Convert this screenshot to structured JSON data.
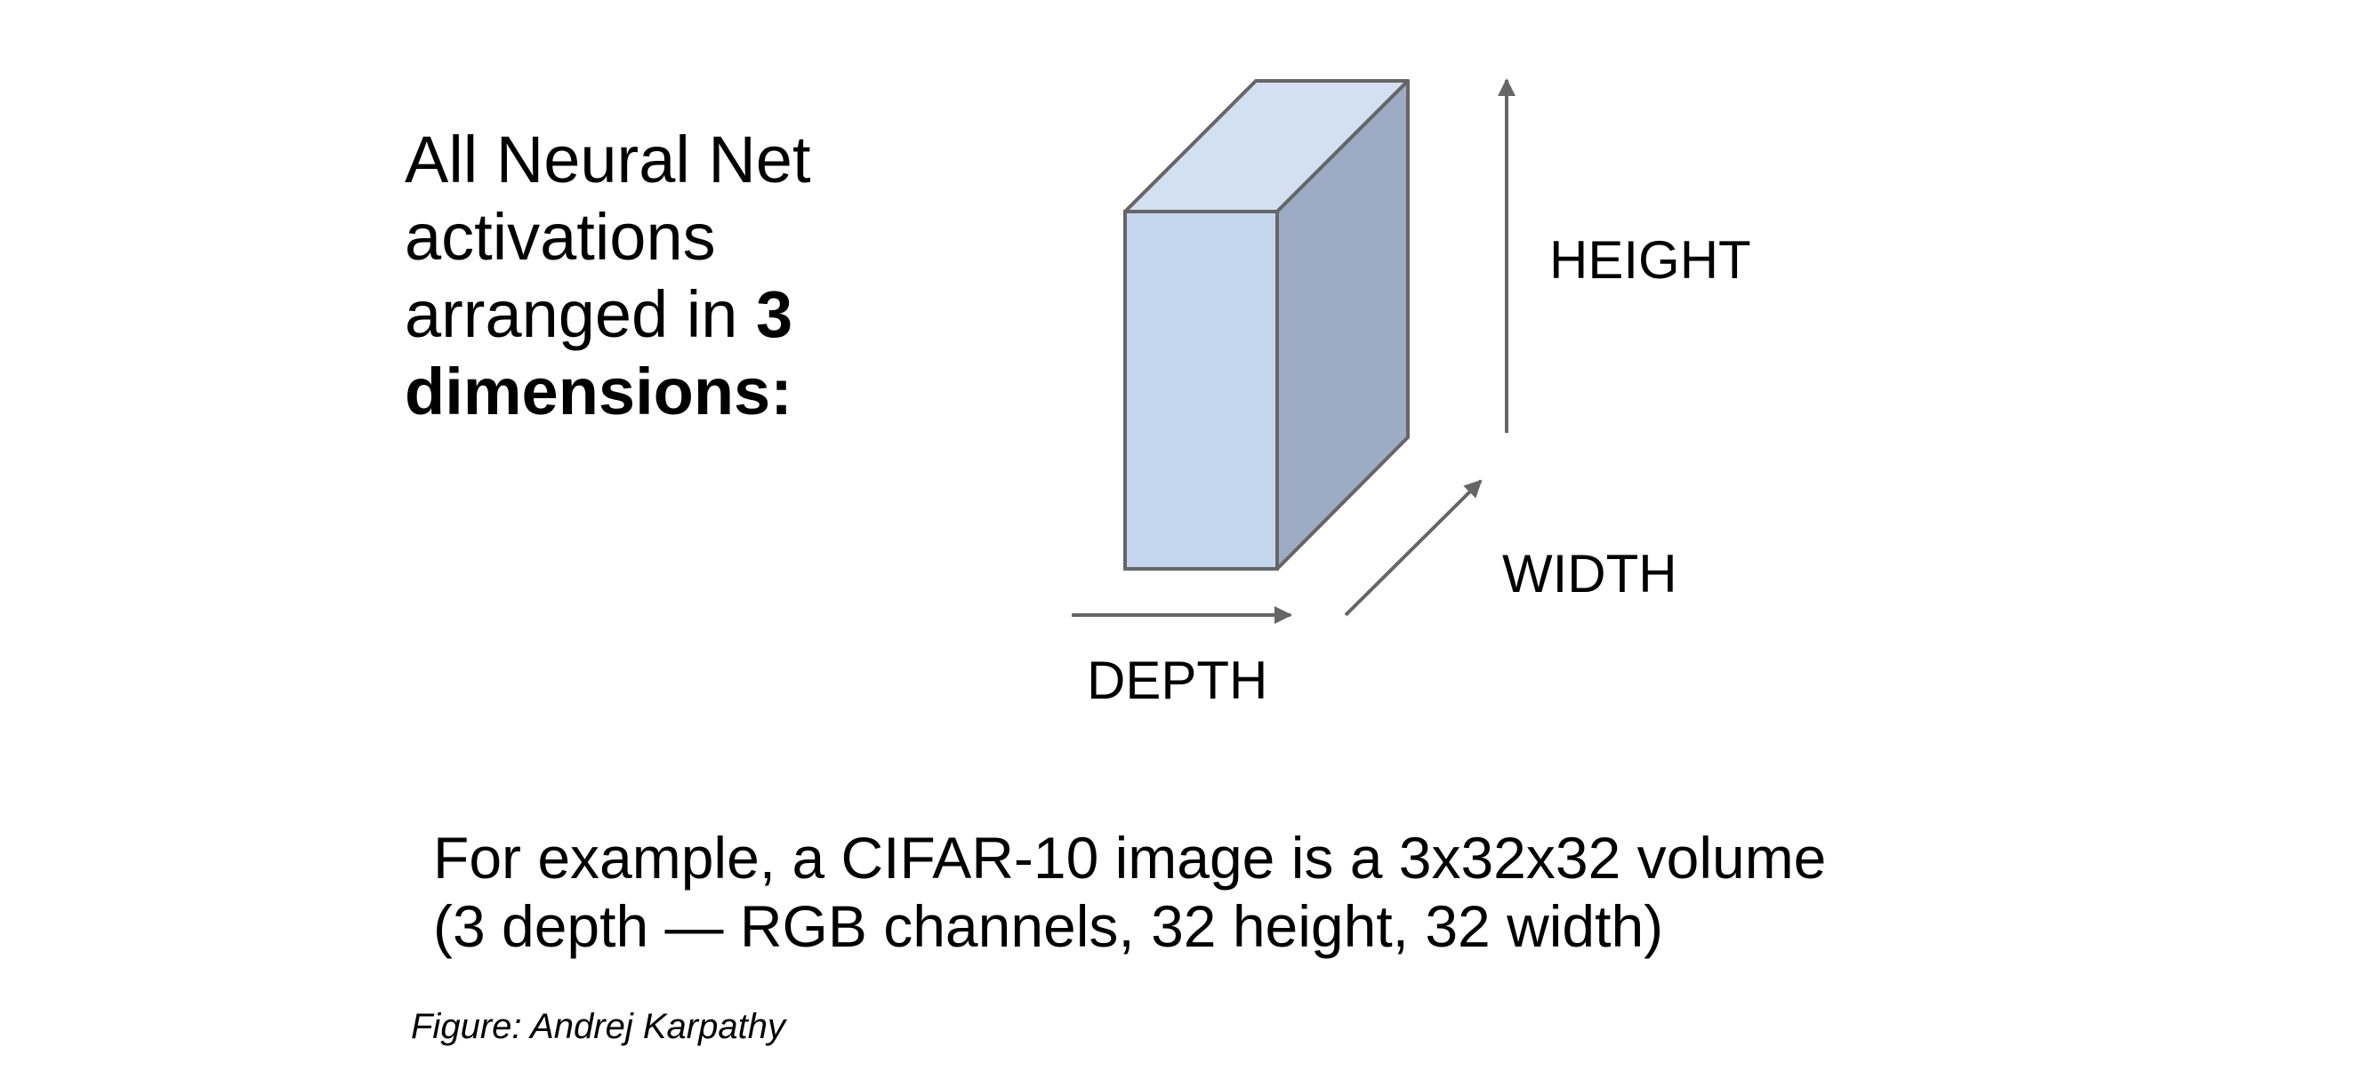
{
  "title": "3D Activations",
  "intro": {
    "line1": "All Neural Net",
    "line2": "activations",
    "line3_prefix": "arranged in ",
    "line3_bold": "3",
    "line4_bold": "dimensions:"
  },
  "diagram": {
    "labels": {
      "height": "HEIGHT",
      "width": "WIDTH",
      "depth": "DEPTH"
    },
    "colors": {
      "front": "#c5d6ef",
      "top": "#d3e0f1",
      "side": "#9eabc4",
      "stroke": "#666666"
    }
  },
  "example": {
    "line1": "For example, a CIFAR-10 image is a 3x32x32 volume",
    "line2": "(3 depth — RGB channels, 32 height, 32 width)"
  },
  "caption": "Figure: Andrej Karpathy"
}
